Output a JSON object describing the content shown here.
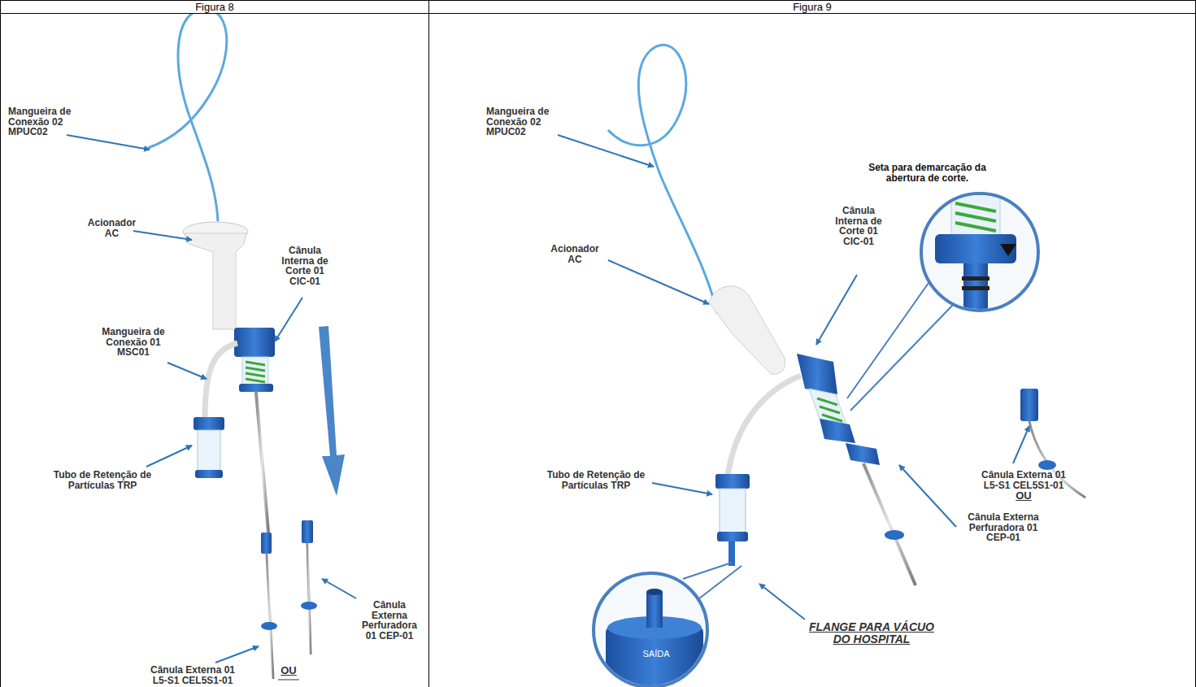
{
  "diagram": {
    "nodes": [
      {
        "text": [
          "Figura 8"
        ]
      },
      {
        "text": [
          "Figura 9"
        ]
      }
    ],
    "labels": [
      "Mangueira de Conexão 02 MPUC02",
      "Acionador AC",
      "Cânula Interna de Corte 01 CIC-01",
      "Mangueira de Conexão 01 MSC01",
      "Tubo de Retenção de Partículas TRP",
      "Cânula Externa Perfuradora 01 CEP-01",
      "Cânula Externa 01 L5-S1 CEL5S1-01",
      "OU",
      "Mangueira de Conexão 02 MPUC02",
      "Seta para demarcação da abertura de corte.",
      "Acionador AC",
      "Cânula Interna de Corte 01 CIC-01",
      "Cânula Externa 01 L5-S1 CEL5S1-01",
      "OU",
      "Tubo de Retenção de Partículas TRP",
      "Cânula Externa Perfuradora 01 CEP-01",
      "FLANGE PARA VÁCUO DO HOSPITAL",
      "SAÍDA"
    ]
  }
}
